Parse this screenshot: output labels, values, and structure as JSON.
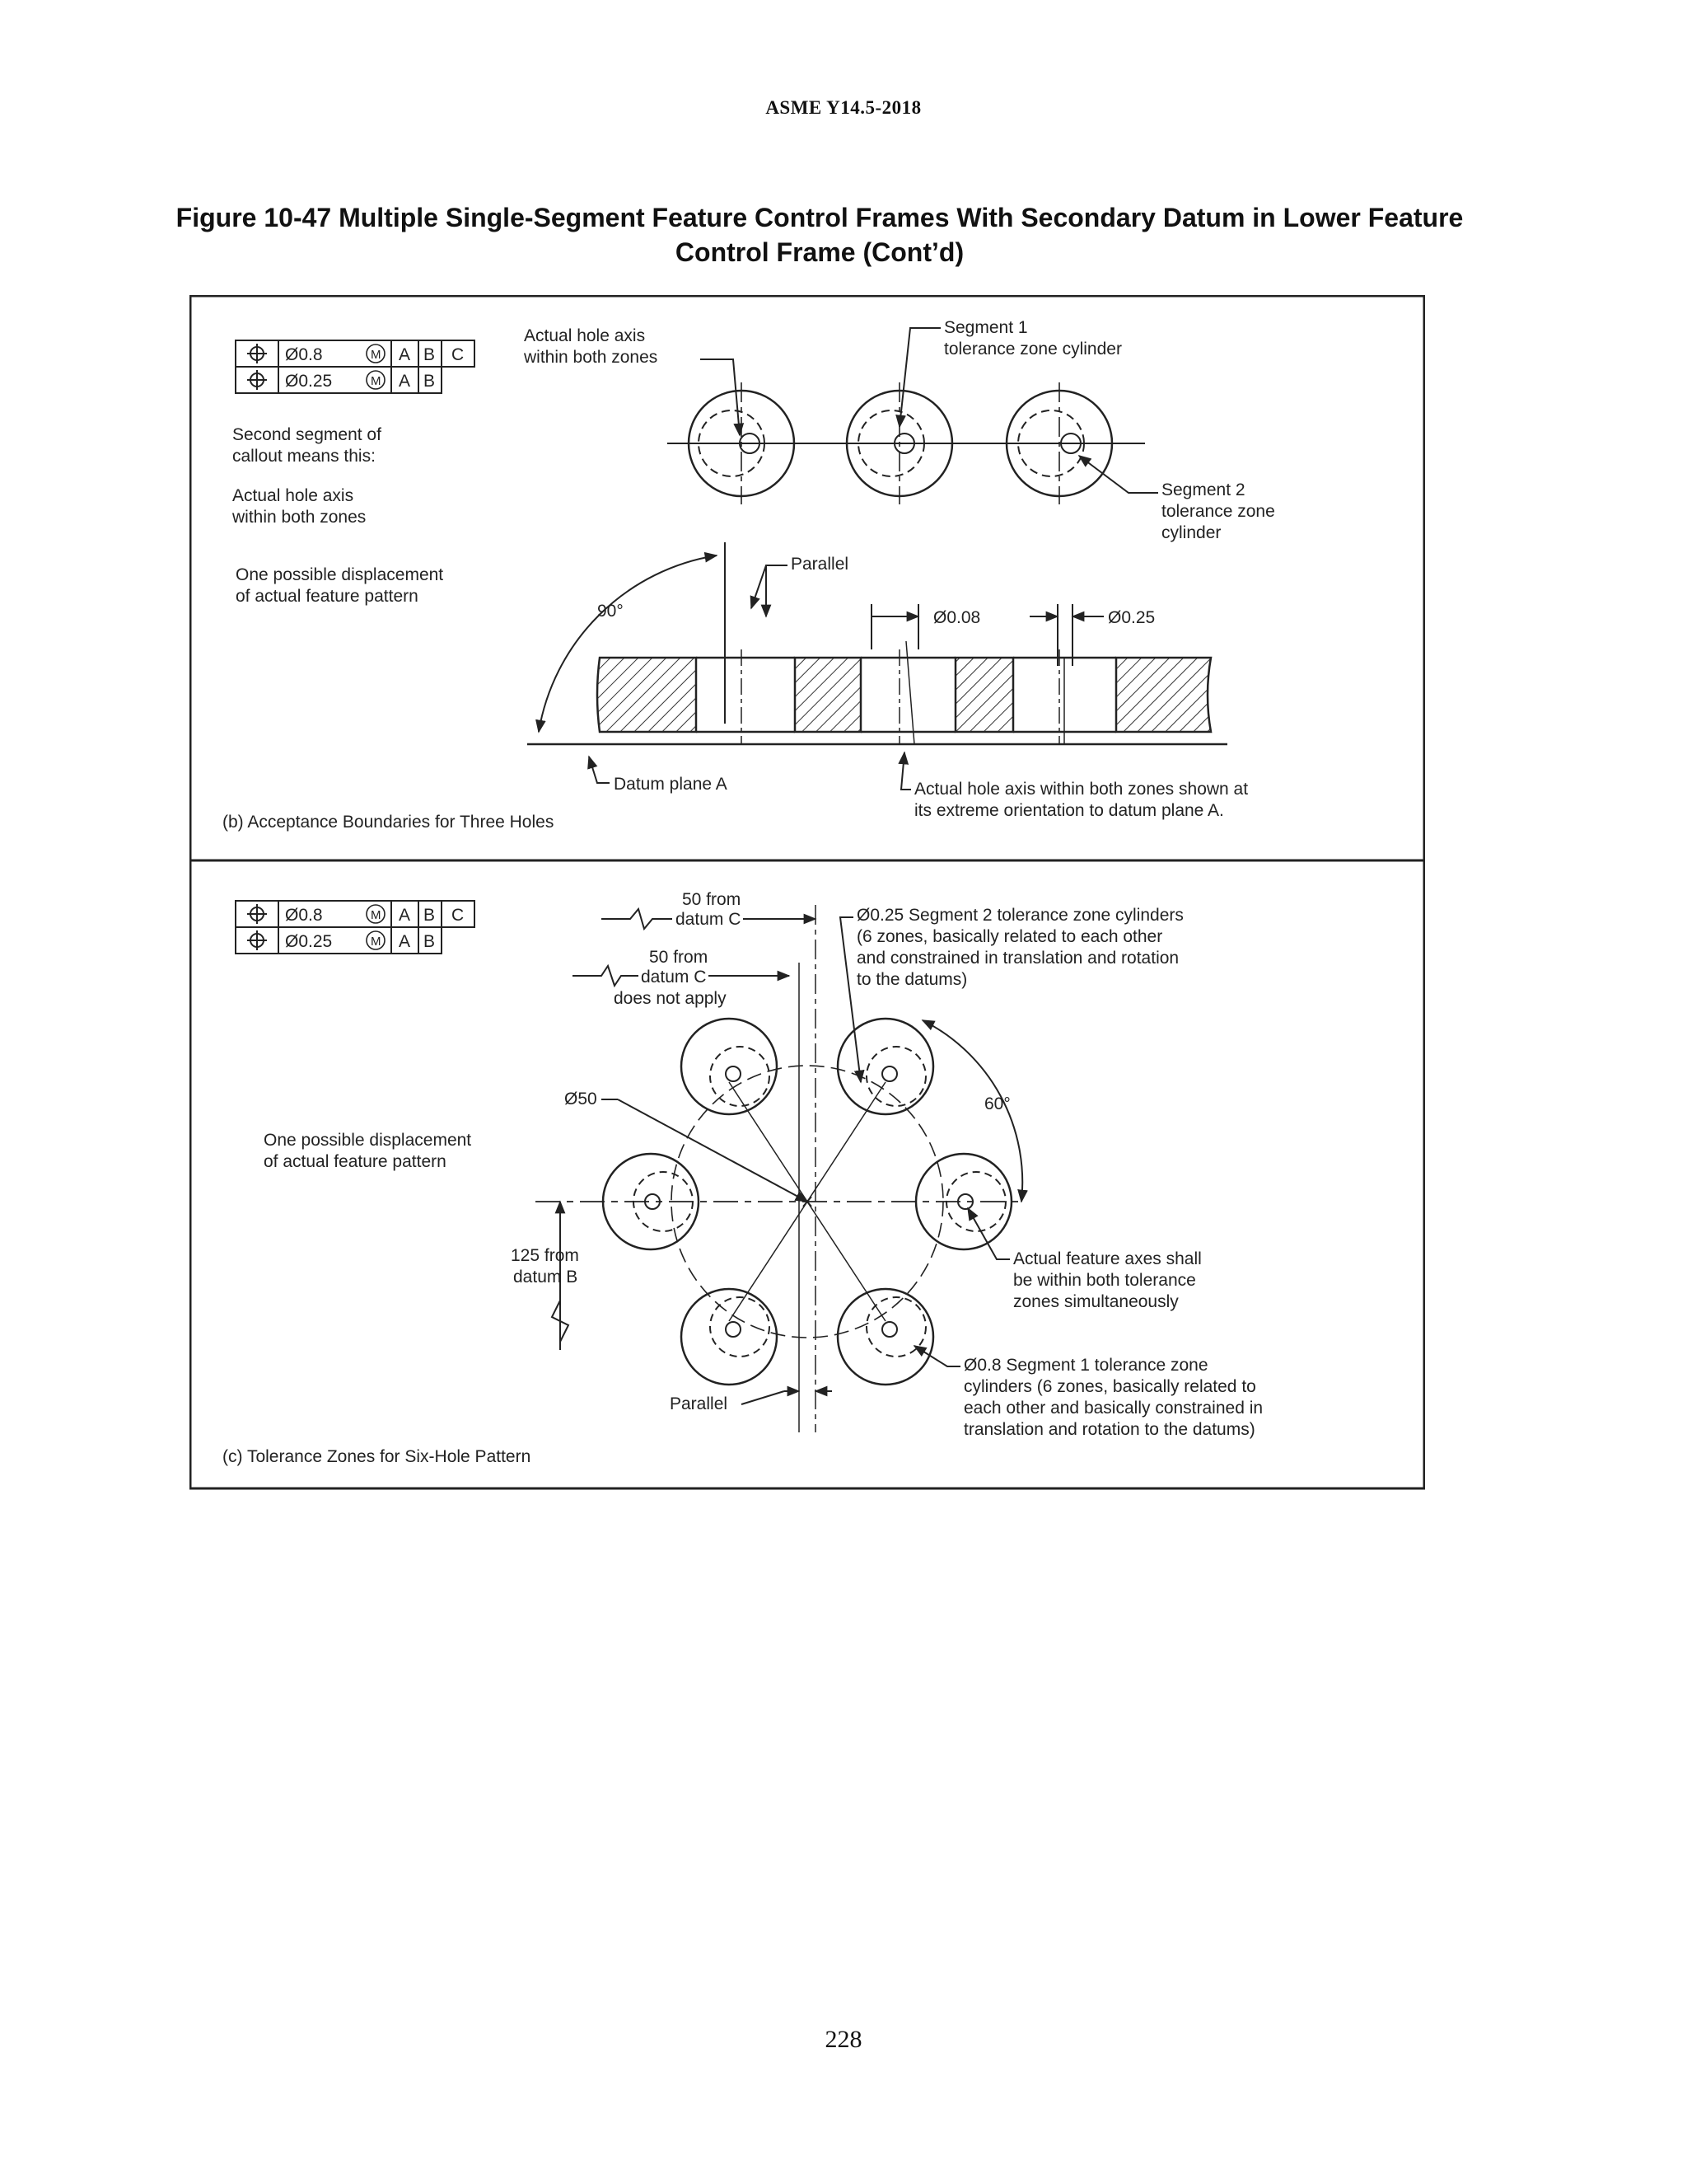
{
  "header": {
    "standard": "ASME Y14.5-2018"
  },
  "figure": {
    "title_line1": "Figure 10-47 Multiple Single-Segment Feature Control Frames With Secondary Datum in Lower Feature",
    "title_line2": "Control Frame (Cont’d)"
  },
  "panel_b": {
    "fcf": {
      "row1": {
        "symbol": "⌖",
        "tolerance": "Ø0.8",
        "modifier": "M",
        "datums": [
          "A",
          "B",
          "C"
        ]
      },
      "row2": {
        "symbol": "⌖",
        "tolerance": "Ø0.25",
        "modifier": "M",
        "datums": [
          "A",
          "B"
        ]
      }
    },
    "second_segment_l1": "Second segment of",
    "second_segment_l2": "callout means this:",
    "actual_axis_left_l1": "Actual hole axis",
    "actual_axis_left_l2": "within both zones",
    "displacement_l1": "One possible displacement",
    "displacement_l2": "of actual feature pattern",
    "actual_axis_top_l1": "Actual hole axis",
    "actual_axis_top_l2": "within both zones",
    "segment1_l1": "Segment 1",
    "segment1_l2": "tolerance zone cylinder",
    "segment2_l1": "Segment 2",
    "segment2_l2": "tolerance zone",
    "segment2_l3": "cylinder",
    "parallel": "Parallel",
    "angle": "90°",
    "dim_008": "Ø0.08",
    "dim_025": "Ø0.25",
    "datum_plane": "Datum plane A",
    "actual_extreme_l1": "Actual hole axis within both zones shown at",
    "actual_extreme_l2": "its extreme orientation to datum plane A.",
    "caption": "(b) Acceptance Boundaries for Three Holes"
  },
  "panel_c": {
    "fcf": {
      "row1": {
        "symbol": "⌖",
        "tolerance": "Ø0.8",
        "modifier": "M",
        "datums": [
          "A",
          "B",
          "C"
        ]
      },
      "row2": {
        "symbol": "⌖",
        "tolerance": "Ø0.25",
        "modifier": "M",
        "datums": [
          "A",
          "B"
        ]
      }
    },
    "datum_c1_l1": "50 from",
    "datum_c1_l2": "datum C",
    "datum_c2_l1": "50 from",
    "datum_c2_l2": "datum C",
    "datum_c2_l3": "does not apply",
    "seg2_l1": "Ø0.25 Segment 2 tolerance zone cylinders",
    "seg2_l2": "(6 zones, basically related to each other",
    "seg2_l3": "and constrained in translation and rotation",
    "seg2_l4": "to the datums)",
    "dia50": "Ø50",
    "angle60": "60°",
    "displacement_l1": "One possible displacement",
    "displacement_l2": "of actual feature pattern",
    "datum_b_l1": "125 from",
    "datum_b_l2": "datum B",
    "axes_l1": "Actual feature axes shall",
    "axes_l2": "be within both tolerance",
    "axes_l3": "zones simultaneously",
    "seg1_l1": "Ø0.8 Segment 1 tolerance zone",
    "seg1_l2": "cylinders (6 zones, basically related to",
    "seg1_l3": "each other and basically constrained in",
    "seg1_l4": "translation and rotation to the datums)",
    "parallel": "Parallel",
    "caption": "(c) Tolerance Zones for Six-Hole Pattern"
  },
  "footer": {
    "page_number": "228"
  }
}
